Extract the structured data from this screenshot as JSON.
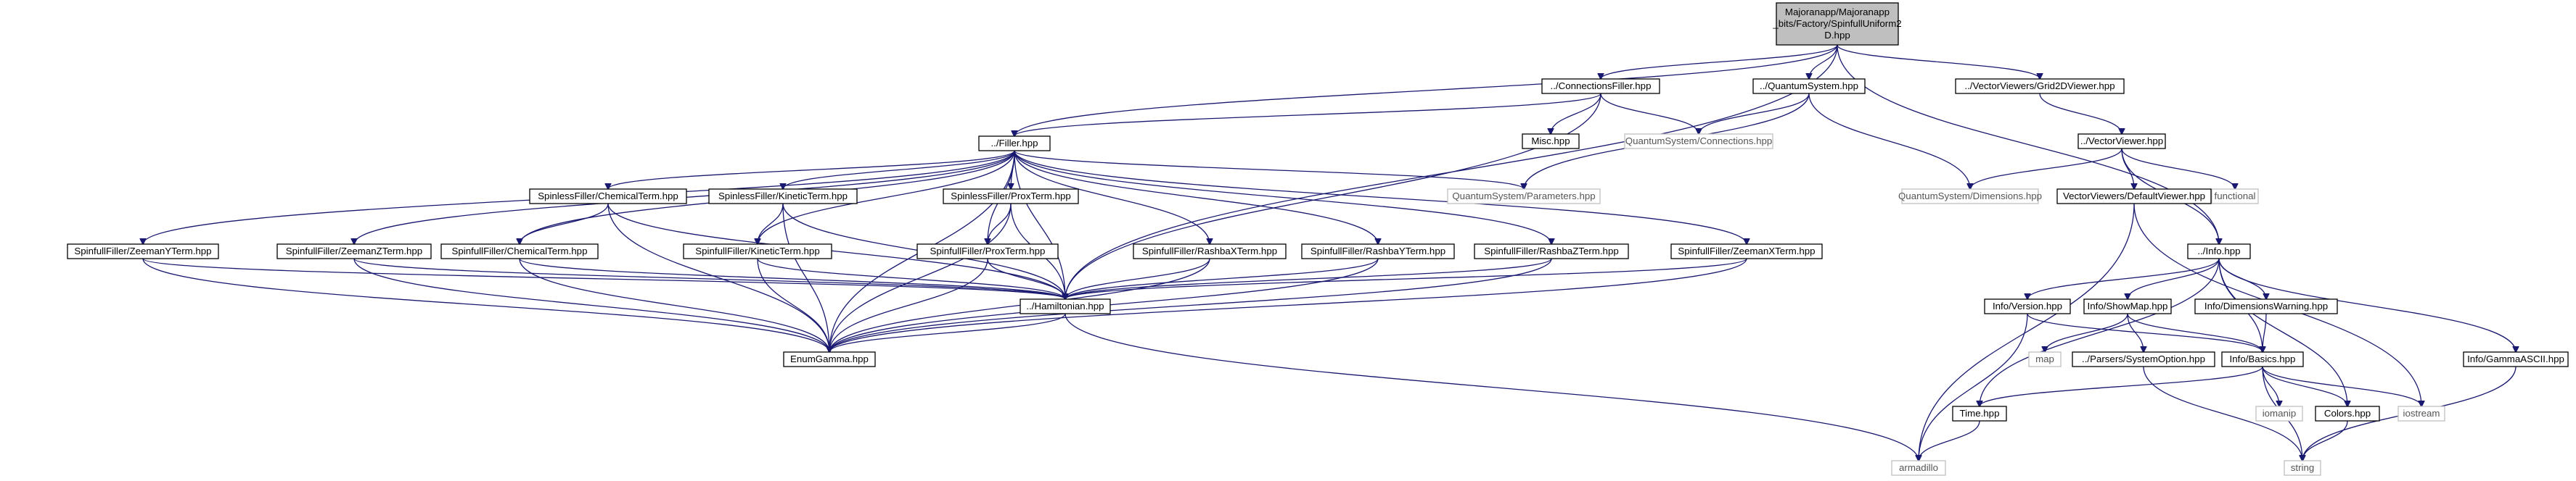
{
  "graph": {
    "colors": {
      "edge": "#191970",
      "root_fill": "#bfbfbf",
      "node_border": "#000000",
      "external_border": "#bfbfbf"
    },
    "nodes": [
      {
        "id": "root",
        "lines": [
          "Majoranapp/Majoranapp",
          "_bits/Factory/SpinfullUniform2",
          "D.hpp"
        ],
        "type": "root"
      },
      {
        "id": "connfiller",
        "lines": [
          "../ConnectionsFiller.hpp"
        ],
        "type": "file"
      },
      {
        "id": "quantumsys",
        "lines": [
          "../QuantumSystem.hpp"
        ],
        "type": "file"
      },
      {
        "id": "grid2d",
        "lines": [
          "../VectorViewers/Grid2DViewer.hpp"
        ],
        "type": "file"
      },
      {
        "id": "filler",
        "lines": [
          "../Filler.hpp"
        ],
        "type": "file"
      },
      {
        "id": "misc",
        "lines": [
          "Misc.hpp"
        ],
        "type": "file"
      },
      {
        "id": "qsconn",
        "lines": [
          "QuantumSystem/Connections.hpp"
        ],
        "type": "external"
      },
      {
        "id": "qsdim",
        "lines": [
          "QuantumSystem/Dimensions.hpp"
        ],
        "type": "external"
      },
      {
        "id": "vectorviewer",
        "lines": [
          "../VectorViewer.hpp"
        ],
        "type": "file"
      },
      {
        "id": "functional",
        "lines": [
          "functional"
        ],
        "type": "external"
      },
      {
        "id": "qsparams",
        "lines": [
          "QuantumSystem/Parameters.hpp"
        ],
        "type": "external"
      },
      {
        "id": "sl_chem",
        "lines": [
          "SpinlessFiller/ChemicalTerm.hpp"
        ],
        "type": "file"
      },
      {
        "id": "sl_kin",
        "lines": [
          "SpinlessFiller/KineticTerm.hpp"
        ],
        "type": "file"
      },
      {
        "id": "sl_prox",
        "lines": [
          "SpinlessFiller/ProxTerm.hpp"
        ],
        "type": "file"
      },
      {
        "id": "vv_default",
        "lines": [
          "VectorViewers/DefaultViewer.hpp"
        ],
        "type": "file"
      },
      {
        "id": "sf_zy",
        "lines": [
          "SpinfullFiller/ZeemanYTerm.hpp"
        ],
        "type": "file"
      },
      {
        "id": "sf_zz",
        "lines": [
          "SpinfullFiller/ZeemanZTerm.hpp"
        ],
        "type": "file"
      },
      {
        "id": "sf_chem",
        "lines": [
          "SpinfullFiller/ChemicalTerm.hpp"
        ],
        "type": "file"
      },
      {
        "id": "sf_kin",
        "lines": [
          "SpinfullFiller/KineticTerm.hpp"
        ],
        "type": "file"
      },
      {
        "id": "sf_prox",
        "lines": [
          "SpinfullFiller/ProxTerm.hpp"
        ],
        "type": "file"
      },
      {
        "id": "sf_rx",
        "lines": [
          "SpinfullFiller/RashbaXTerm.hpp"
        ],
        "type": "file"
      },
      {
        "id": "sf_ry",
        "lines": [
          "SpinfullFiller/RashbaYTerm.hpp"
        ],
        "type": "file"
      },
      {
        "id": "sf_rz",
        "lines": [
          "SpinfullFiller/RashbaZTerm.hpp"
        ],
        "type": "file"
      },
      {
        "id": "sf_zx",
        "lines": [
          "SpinfullFiller/ZeemanXTerm.hpp"
        ],
        "type": "file"
      },
      {
        "id": "info",
        "lines": [
          "../Info.hpp"
        ],
        "type": "file"
      },
      {
        "id": "hamiltonian",
        "lines": [
          "../Hamiltonian.hpp"
        ],
        "type": "file"
      },
      {
        "id": "enumgamma",
        "lines": [
          "EnumGamma.hpp"
        ],
        "type": "file"
      },
      {
        "id": "infoversion",
        "lines": [
          "Info/Version.hpp"
        ],
        "type": "file"
      },
      {
        "id": "infoshowmap",
        "lines": [
          "Info/ShowMap.hpp"
        ],
        "type": "file"
      },
      {
        "id": "infodimwarn",
        "lines": [
          "Info/DimensionsWarning.hpp"
        ],
        "type": "file"
      },
      {
        "id": "infogamma",
        "lines": [
          "Info/GammaASCII.hpp"
        ],
        "type": "file"
      },
      {
        "id": "map",
        "lines": [
          "map"
        ],
        "type": "external"
      },
      {
        "id": "sysopt",
        "lines": [
          "../Parsers/SystemOption.hpp"
        ],
        "type": "file"
      },
      {
        "id": "infobasics",
        "lines": [
          "Info/Basics.hpp"
        ],
        "type": "file"
      },
      {
        "id": "iomanip",
        "lines": [
          "iomanip"
        ],
        "type": "external"
      },
      {
        "id": "iostream",
        "lines": [
          "iostream"
        ],
        "type": "external"
      },
      {
        "id": "timehpp",
        "lines": [
          "Time.hpp"
        ],
        "type": "file"
      },
      {
        "id": "colors",
        "lines": [
          "Colors.hpp"
        ],
        "type": "file"
      },
      {
        "id": "armadillo",
        "lines": [
          "armadillo"
        ],
        "type": "external"
      },
      {
        "id": "string",
        "lines": [
          "string"
        ],
        "type": "external"
      }
    ],
    "edges": [
      [
        "root",
        "filler"
      ],
      [
        "root",
        "connfiller"
      ],
      [
        "root",
        "quantumsys"
      ],
      [
        "root",
        "grid2d"
      ],
      [
        "root",
        "hamiltonian"
      ],
      [
        "root",
        "info"
      ],
      [
        "connfiller",
        "filler"
      ],
      [
        "connfiller",
        "misc"
      ],
      [
        "connfiller",
        "qsconn"
      ],
      [
        "connfiller",
        "hamiltonian"
      ],
      [
        "quantumsys",
        "qsconn"
      ],
      [
        "quantumsys",
        "qsdim"
      ],
      [
        "quantumsys",
        "qsparams"
      ],
      [
        "grid2d",
        "vectorviewer"
      ],
      [
        "vectorviewer",
        "qsdim"
      ],
      [
        "vectorviewer",
        "vv_default"
      ],
      [
        "vectorviewer",
        "functional"
      ],
      [
        "vectorviewer",
        "info"
      ],
      [
        "vv_default",
        "armadillo"
      ],
      [
        "vv_default",
        "iostream"
      ],
      [
        "filler",
        "qsparams"
      ],
      [
        "filler",
        "sl_chem"
      ],
      [
        "filler",
        "sl_kin"
      ],
      [
        "filler",
        "sl_prox"
      ],
      [
        "filler",
        "sf_zy"
      ],
      [
        "filler",
        "sf_zz"
      ],
      [
        "filler",
        "sf_chem"
      ],
      [
        "filler",
        "sf_kin"
      ],
      [
        "filler",
        "sf_prox"
      ],
      [
        "filler",
        "sf_rx"
      ],
      [
        "filler",
        "sf_ry"
      ],
      [
        "filler",
        "sf_rz"
      ],
      [
        "filler",
        "sf_zx"
      ],
      [
        "filler",
        "hamiltonian"
      ],
      [
        "filler",
        "enumgamma"
      ],
      [
        "sl_chem",
        "sf_chem"
      ],
      [
        "sl_chem",
        "hamiltonian"
      ],
      [
        "sl_chem",
        "enumgamma"
      ],
      [
        "sl_kin",
        "sf_kin"
      ],
      [
        "sl_kin",
        "hamiltonian"
      ],
      [
        "sl_kin",
        "enumgamma"
      ],
      [
        "sl_prox",
        "sf_prox"
      ],
      [
        "sl_prox",
        "hamiltonian"
      ],
      [
        "sl_prox",
        "enumgamma"
      ],
      [
        "sf_zy",
        "hamiltonian"
      ],
      [
        "sf_zy",
        "enumgamma"
      ],
      [
        "sf_zz",
        "hamiltonian"
      ],
      [
        "sf_zz",
        "enumgamma"
      ],
      [
        "sf_chem",
        "hamiltonian"
      ],
      [
        "sf_chem",
        "enumgamma"
      ],
      [
        "sf_kin",
        "hamiltonian"
      ],
      [
        "sf_kin",
        "enumgamma"
      ],
      [
        "sf_prox",
        "hamiltonian"
      ],
      [
        "sf_prox",
        "enumgamma"
      ],
      [
        "sf_rx",
        "hamiltonian"
      ],
      [
        "sf_rx",
        "enumgamma"
      ],
      [
        "sf_ry",
        "hamiltonian"
      ],
      [
        "sf_ry",
        "enumgamma"
      ],
      [
        "sf_rz",
        "hamiltonian"
      ],
      [
        "sf_rz",
        "enumgamma"
      ],
      [
        "sf_zx",
        "hamiltonian"
      ],
      [
        "sf_zx",
        "enumgamma"
      ],
      [
        "hamiltonian",
        "enumgamma"
      ],
      [
        "hamiltonian",
        "armadillo"
      ],
      [
        "info",
        "infoversion"
      ],
      [
        "info",
        "infoshowmap"
      ],
      [
        "info",
        "infodimwarn"
      ],
      [
        "info",
        "infogamma"
      ],
      [
        "info",
        "infobasics"
      ],
      [
        "info",
        "timehpp"
      ],
      [
        "info",
        "colors"
      ],
      [
        "infoversion",
        "armadillo"
      ],
      [
        "infoversion",
        "infobasics"
      ],
      [
        "infoshowmap",
        "map"
      ],
      [
        "infoshowmap",
        "sysopt"
      ],
      [
        "infoshowmap",
        "infobasics"
      ],
      [
        "infodimwarn",
        "infobasics"
      ],
      [
        "infogamma",
        "string"
      ],
      [
        "sysopt",
        "string"
      ],
      [
        "infobasics",
        "iomanip"
      ],
      [
        "infobasics",
        "iostream"
      ],
      [
        "infobasics",
        "timehpp"
      ],
      [
        "infobasics",
        "colors"
      ],
      [
        "infobasics",
        "string"
      ],
      [
        "timehpp",
        "armadillo"
      ],
      [
        "colors",
        "string"
      ]
    ]
  }
}
